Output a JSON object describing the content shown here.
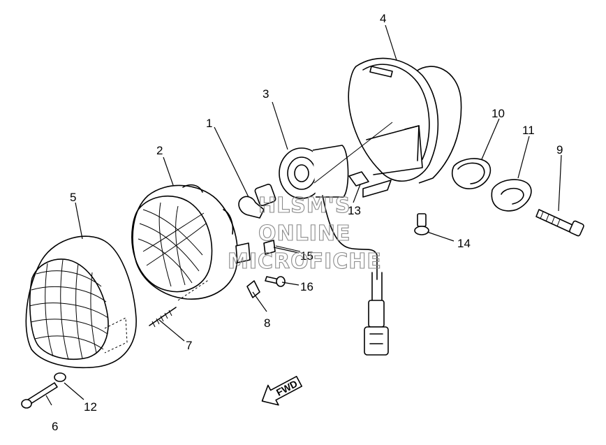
{
  "diagram": {
    "callouts": {
      "c1": "1",
      "c2": "2",
      "c3": "3",
      "c4": "4",
      "c5": "5",
      "c6": "6",
      "c7": "7",
      "c8": "8",
      "c9": "9",
      "c10": "10",
      "c11": "11",
      "c12": "12",
      "c13": "13",
      "c14": "14",
      "c15": "15",
      "c16": "16"
    },
    "direction_label": "FWD",
    "watermark": [
      "HLSM'S",
      "ONLINE",
      "MICROFICHE"
    ]
  }
}
